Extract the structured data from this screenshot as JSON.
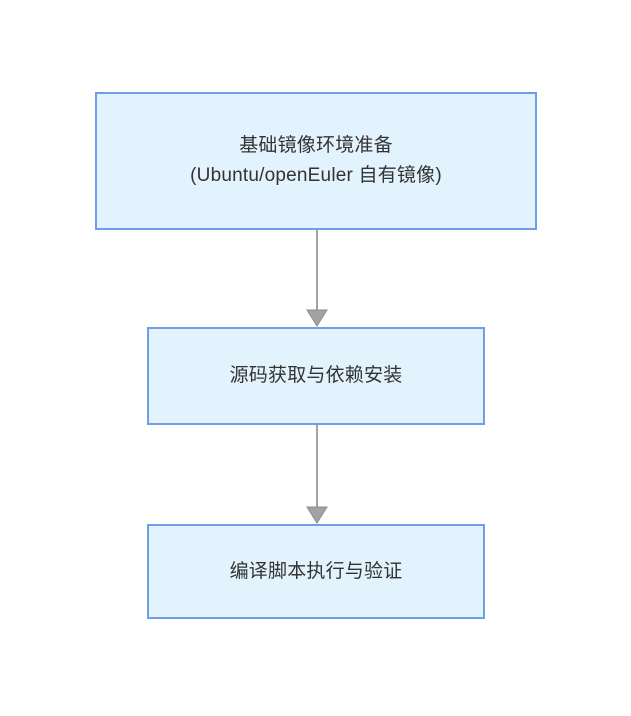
{
  "diagram": {
    "type": "flowchart",
    "orientation": "top-to-bottom",
    "background_color": "#ffffff",
    "node_fill_color": "#e3f3fd",
    "node_border_color": "#6c9fe8",
    "node_text_color": "#333333",
    "edge_color": "#a3a3a3",
    "nodes": [
      {
        "id": "node-1",
        "lines": [
          "基础镜像环境准备",
          "(Ubuntu/openEuler 自有镜像)"
        ]
      },
      {
        "id": "node-2",
        "lines": [
          "源码获取与依赖安装"
        ]
      },
      {
        "id": "node-3",
        "lines": [
          "编译脚本执行与验证"
        ]
      }
    ],
    "edges": [
      {
        "id": "edge-1",
        "from": "node-1",
        "to": "node-2",
        "label": "",
        "arrowhead": "filled-triangle"
      },
      {
        "id": "edge-2",
        "from": "node-2",
        "to": "node-3",
        "label": "",
        "arrowhead": "filled-triangle"
      }
    ]
  }
}
